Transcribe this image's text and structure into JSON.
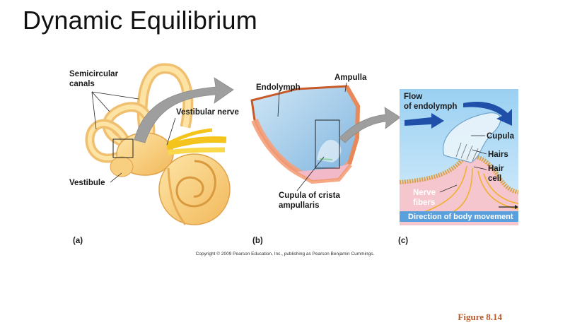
{
  "title": "Dynamic Equilibrium",
  "labels": {
    "semicircular": "Semicircular",
    "canals": "canals",
    "vestibular_nerve": "Vestibular nerve",
    "vestibule": "Vestibule",
    "endolymph": "Endolymph",
    "ampulla": "Ampulla",
    "cupula_crista_1": "Cupula of crista",
    "cupula_crista_2": "ampullaris",
    "flow_1": "Flow",
    "flow_2": "of endolymph",
    "cupula": "Cupula",
    "hairs": "Hairs",
    "hair": "Hair",
    "cell": "cell",
    "nerve": "Nerve",
    "fibers": "fibers",
    "direction": "Direction of body movement"
  },
  "panels": {
    "a": "(a)",
    "b": "(b)",
    "c": "(c)"
  },
  "copyright": "Copyright © 2009 Pearson Education, Inc., publishing as Pearson Benjamin Cummings.",
  "figure_ref": "Figure 8.14"
}
